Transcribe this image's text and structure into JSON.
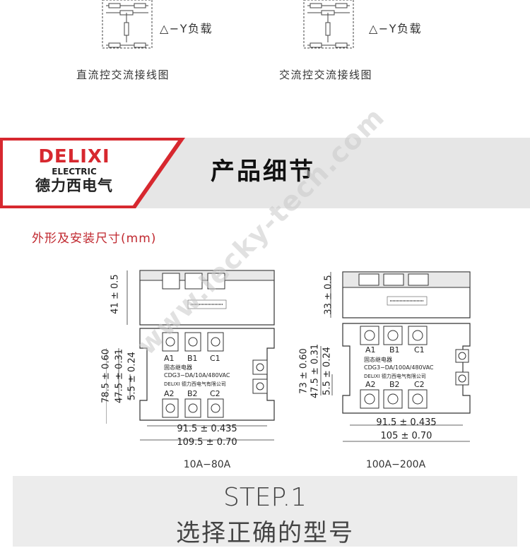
{
  "wiring": {
    "load_label_left": "△−Y负载",
    "load_label_right": "△−Y负载",
    "caption_dc": "直流控交流接线图",
    "caption_ac": "交流控交流接线图"
  },
  "brand": {
    "logo_main": "DELIXI",
    "logo_sub": "ELECTRIC",
    "logo_cn": "德力西电气"
  },
  "section": {
    "title": "产品细节",
    "subtitle": "外形及安装尺寸(mm)"
  },
  "left_drawing": {
    "height_top": "41 ± 0.5",
    "dim_v1": "78.5 ± 0.60",
    "dim_v2": "47.5 ± 0.31",
    "dim_v3": "5.5 ± 0.24",
    "dim_h1": "91.5 ± 0.435",
    "dim_h2": "109.5 ± 0.70",
    "terminals_top": [
      "A1",
      "B1",
      "C1"
    ],
    "terminals_bottom": [
      "A2",
      "B2",
      "C2"
    ],
    "label1": "固态继电器",
    "label2": "CDG3−DA/10A/480VAC",
    "label3": "DELIXI 德力西电气有限公司",
    "range": "10A−80A"
  },
  "right_drawing": {
    "height_top": "33 ± 0.5",
    "dim_v1": "73 ± 0.60",
    "dim_v2": "47.5 ± 0.31",
    "dim_v3": "5.5 ± 0.24",
    "dim_h1": "91.5 ± 0.435",
    "dim_h2": "105 ± 0.70",
    "terminals_top": [
      "A1",
      "B1",
      "C1"
    ],
    "terminals_bottom": [
      "A2",
      "B2",
      "C2"
    ],
    "label1": "固态继电器",
    "label2": "CDG3−DA/100A/480VAC",
    "label3": "DELIXI 德力西电气有限公司",
    "range": "100A−200A"
  },
  "watermark": "www.lecky-tech.com",
  "step": {
    "title": "STEP.1",
    "subtitle": "选择正确的型号"
  },
  "colors": {
    "accent_red": "#d7282f",
    "banner_gray": "#e6e6e6",
    "step_gray": "#ececec"
  }
}
